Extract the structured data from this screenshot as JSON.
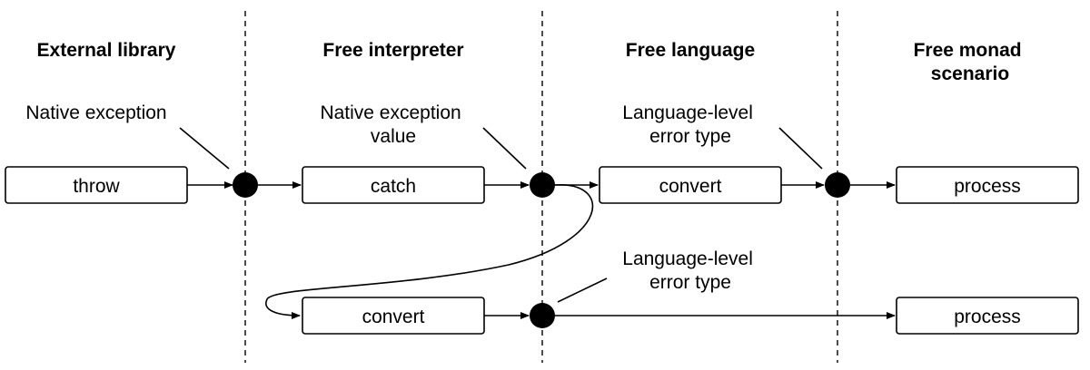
{
  "lanes": [
    {
      "title_lines": [
        "External library"
      ]
    },
    {
      "title_lines": [
        "Free interpreter"
      ]
    },
    {
      "title_lines": [
        "Free language"
      ]
    },
    {
      "title_lines": [
        "Free monad",
        "scenario"
      ]
    }
  ],
  "boxes": {
    "throw": "throw",
    "catch": "catch",
    "convert_top": "convert",
    "process_top": "process",
    "convert_bottom": "convert",
    "process_bottom": "process"
  },
  "annotations": {
    "native_exception": [
      "Native exception"
    ],
    "native_exception_value": [
      "Native exception",
      "value"
    ],
    "language_level_error_top": [
      "Language-level",
      "error type"
    ],
    "language_level_error_bottom": [
      "Language-level",
      "error type"
    ]
  }
}
